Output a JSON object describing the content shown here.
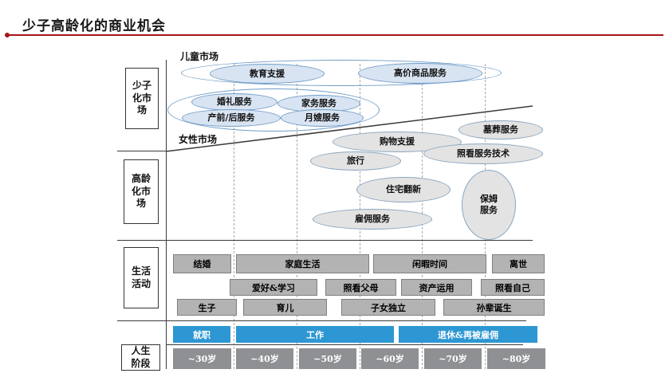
{
  "title": "少子高龄化的商业机会",
  "side_labels": {
    "declining_birthrate_market": "少子\n化市\n场",
    "aging_market": "高龄\n化市\n场",
    "life_activities": "生活\n活动",
    "life_stage": "人生\n阶段"
  },
  "region_labels": {
    "children_market": "儿童市场",
    "women_market": "女性市场"
  },
  "bubbles": {
    "children": [
      "教育支援",
      "高价商品服务"
    ],
    "women": [
      "婚礼服务",
      "家务服务",
      "产前/后服务",
      "月嫂服务"
    ],
    "aging": [
      "购物支援",
      "墓葬服务",
      "照看服务技术",
      "旅行",
      "住宅翻新",
      "雇佣服务",
      "保姆\n服务"
    ]
  },
  "life_activities": {
    "row1": [
      "结婚",
      "家庭生活",
      "闲暇时间",
      "离世"
    ],
    "row2": [
      "爱好&学习",
      "照看父母",
      "资产运用",
      "照看自己"
    ],
    "row3": [
      "生子",
      "育儿",
      "子女独立",
      "孙辈诞生"
    ]
  },
  "career": [
    "就职",
    "工作",
    "退休&再被雇佣"
  ],
  "ages": [
    "~30岁",
    "~40岁",
    "~50岁",
    "~60岁",
    "~70岁",
    "~80岁"
  ],
  "colors": {
    "accent_red": "#a51417",
    "career_blue": "#2d97d3",
    "age_gray": "#8f9093",
    "activity_gray": "#b3b3b3",
    "bubble_gray": "#e3e3e3",
    "bubble_blue": "#d9e4f2",
    "outline_blue": "#6f9cc7"
  }
}
